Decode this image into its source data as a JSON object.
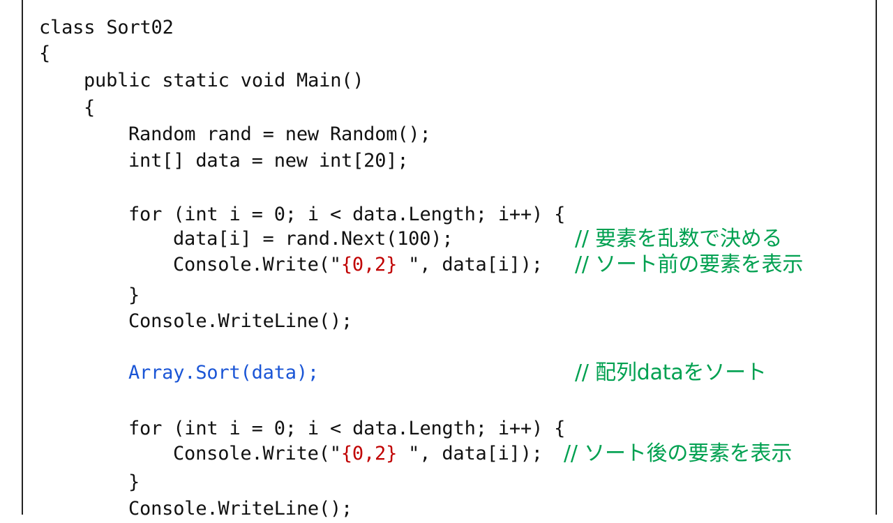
{
  "colors": {
    "code": "#111111",
    "string_format": "#c00000",
    "highlight": "#1a55d6",
    "comment": "#00a050"
  },
  "code_lines": [
    {
      "indent": 0,
      "parts": [
        {
          "text": "class Sort02",
          "color": "black"
        }
      ]
    },
    {
      "indent": 0,
      "parts": [
        {
          "text": "{",
          "color": "black"
        }
      ]
    },
    {
      "indent": 1,
      "parts": [
        {
          "text": "public static void Main()",
          "color": "black"
        }
      ]
    },
    {
      "indent": 1,
      "parts": [
        {
          "text": "{",
          "color": "black"
        }
      ]
    },
    {
      "indent": 2,
      "parts": [
        {
          "text": "Random rand = new Random();",
          "color": "black"
        }
      ]
    },
    {
      "indent": 2,
      "parts": [
        {
          "text": "int[] data = new int[20];",
          "color": "black"
        }
      ]
    },
    {
      "indent": 2,
      "parts": [
        {
          "text": "for (int i = 0; i < data.Length; i++) {",
          "color": "black"
        }
      ]
    },
    {
      "indent": 3,
      "parts": [
        {
          "text": "data[i] = rand.Next(100);",
          "color": "black"
        }
      ],
      "comment": "// 要素を乱数で決める",
      "comment_col": 48
    },
    {
      "indent": 3,
      "parts": [
        {
          "text": "Console.Write(\"",
          "color": "black"
        },
        {
          "text": "{0,2}",
          "color": "red"
        },
        {
          "text": " \", data[i]);",
          "color": "black"
        }
      ],
      "comment": "// ソート前の要素を表示",
      "comment_col": 48
    },
    {
      "indent": 2,
      "parts": [
        {
          "text": "}",
          "color": "black"
        }
      ]
    },
    {
      "indent": 2,
      "parts": [
        {
          "text": "Console.WriteLine();",
          "color": "black"
        }
      ]
    },
    {
      "indent": 2,
      "parts": [
        {
          "text": "Array.Sort(data);",
          "color": "blue"
        }
      ],
      "comment": "// 配列dataをソート",
      "comment_col": 48
    },
    {
      "indent": 2,
      "parts": [
        {
          "text": "for (int i = 0; i < data.Length; i++) {",
          "color": "black"
        }
      ]
    },
    {
      "indent": 3,
      "parts": [
        {
          "text": "Console.Write(\"",
          "color": "black"
        },
        {
          "text": "{0,2}",
          "color": "red"
        },
        {
          "text": " \", data[i]);",
          "color": "black"
        }
      ],
      "comment": "// ソート後の要素を表示",
      "comment_col": 47
    },
    {
      "indent": 2,
      "parts": [
        {
          "text": "}",
          "color": "black"
        }
      ]
    },
    {
      "indent": 2,
      "parts": [
        {
          "text": "Console.WriteLine();",
          "color": "black"
        }
      ]
    }
  ]
}
